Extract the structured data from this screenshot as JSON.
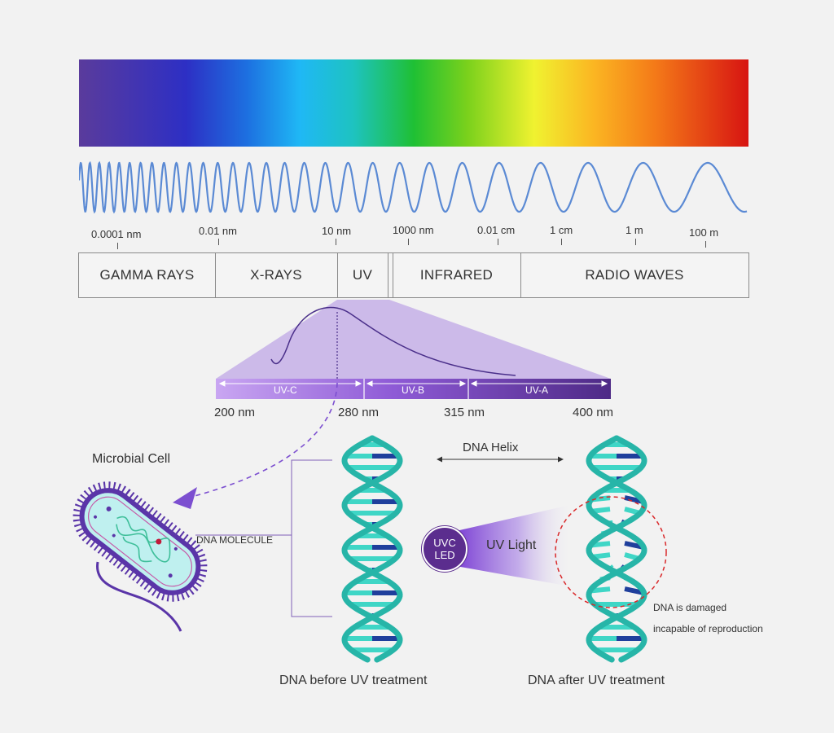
{
  "wavelength_scale": [
    "0.0001 nm",
    "0.01 nm",
    "10 nm",
    "1000 nm",
    "0.01 cm",
    "1 cm",
    "1 m",
    "100 m"
  ],
  "bands": [
    "GAMMA RAYS",
    "X-RAYS",
    "UV",
    "INFRARED",
    "RADIO WAVES"
  ],
  "uv_subbands": [
    "UV-C",
    "UV-B",
    "UV-A"
  ],
  "uv_scale": [
    "200 nm",
    "280 nm",
    "315 nm",
    "400 nm"
  ],
  "labels": {
    "microbial_cell": "Microbial Cell",
    "dna_molecule": "DNA MOLECULE",
    "dna_helix": "DNA Helix",
    "uvc_led": "UVC LED",
    "uv_light": "UV Light",
    "damaged_line1": "DNA is damaged",
    "damaged_line2": "incapable of reproduction",
    "before_caption": "DNA before UV treatment",
    "after_caption": "DNA after UV treatment"
  },
  "colors": {
    "dna_backbone": "#27b5a8",
    "dna_base_teal": "#3fd6c6",
    "dna_base_blue": "#1f3f9c",
    "uv_purple": "#6a3fb5",
    "cell_outline": "#5a35a8",
    "cell_fill": "#bff0ef",
    "damage_circle": "#d9282a"
  }
}
